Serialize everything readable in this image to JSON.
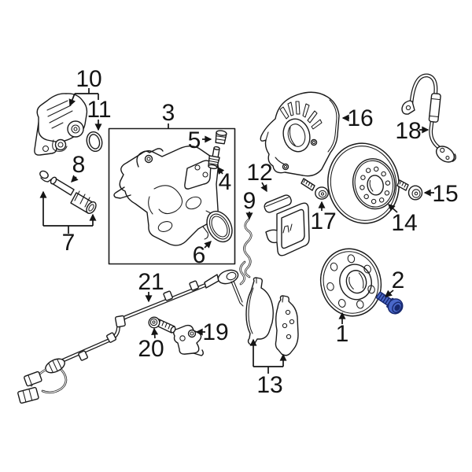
{
  "diagram": {
    "background_color": "#ffffff",
    "line_color": "#1a1a1a",
    "highlight_color": "#4a68c9",
    "highlight_stroke": "#17286e",
    "highlighted_callout": "2",
    "callouts": [
      {
        "number": "1"
      },
      {
        "number": "2"
      },
      {
        "number": "3"
      },
      {
        "number": "4"
      },
      {
        "number": "5"
      },
      {
        "number": "6"
      },
      {
        "number": "7"
      },
      {
        "number": "8"
      },
      {
        "number": "9"
      },
      {
        "number": "10"
      },
      {
        "number": "11"
      },
      {
        "number": "12"
      },
      {
        "number": "13"
      },
      {
        "number": "14"
      },
      {
        "number": "15"
      },
      {
        "number": "16"
      },
      {
        "number": "17"
      },
      {
        "number": "18"
      },
      {
        "number": "19"
      },
      {
        "number": "20"
      },
      {
        "number": "21"
      }
    ]
  }
}
